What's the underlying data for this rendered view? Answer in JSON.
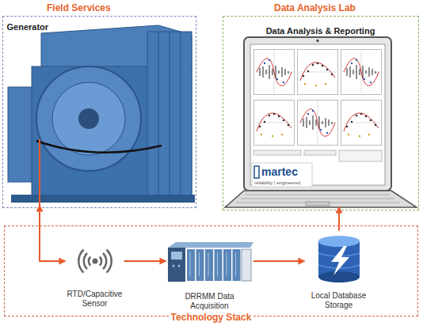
{
  "diagram": {
    "nodes": [
      {
        "text": [
          "Field Services"
        ]
      },
      {
        "text": [
          "Generator"
        ],
        "in": 0
      },
      {
        "text": [
          "Data Analysis Lab"
        ]
      },
      {
        "text": [
          "Data Analysis & Reporting"
        ],
        "in": 2
      },
      {
        "text": [
          "Technology Stack"
        ]
      },
      {
        "text": [
          "RTD/Capacitive Sensor"
        ],
        "in": 4
      },
      {
        "text": [
          "DRRMM Data Acquisition"
        ],
        "in": 4
      },
      {
        "text": [
          "Local Database Storage"
        ],
        "in": 4
      }
    ],
    "edges": [
      {
        "from": 1,
        "to": 5,
        "arrow": "both"
      },
      {
        "from": 5,
        "to": 6,
        "arrow": "to"
      },
      {
        "from": 6,
        "to": 7,
        "arrow": "to"
      },
      {
        "from": 7,
        "to": 3,
        "arrow": "to"
      }
    ],
    "labels": [
      "martec",
      "reliability | engineered"
    ]
  }
}
